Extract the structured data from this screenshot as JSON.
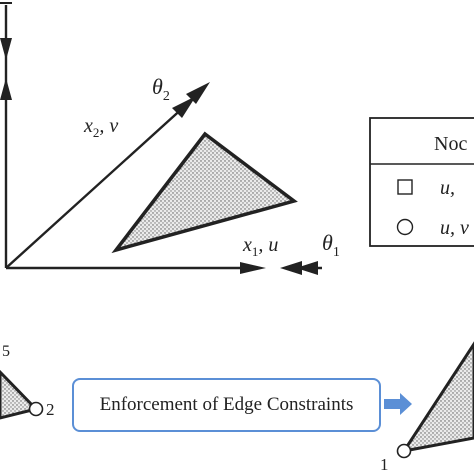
{
  "axes": {
    "x1_label": "x",
    "x1_sub": "1",
    "x1_var": ", u",
    "x2_label": "x",
    "x2_sub": "2",
    "x2_var": ", v",
    "theta1_label": "θ",
    "theta1_sub": "1",
    "theta2_label": "θ",
    "theta2_sub": "2"
  },
  "legend": {
    "header": "Noc",
    "square_text": "u, ",
    "circle_text": "u, v"
  },
  "bottom": {
    "left_node_top": "5",
    "left_node_right": "2",
    "right_node_bottom": "1",
    "callout_text": "Enforcement of Edge Constraints"
  },
  "colors": {
    "stroke": "#222222",
    "triangle_fill": "#dcdcdc",
    "callout_border": "#5b8fd6",
    "callout_arrow": "#5b8fd6"
  }
}
